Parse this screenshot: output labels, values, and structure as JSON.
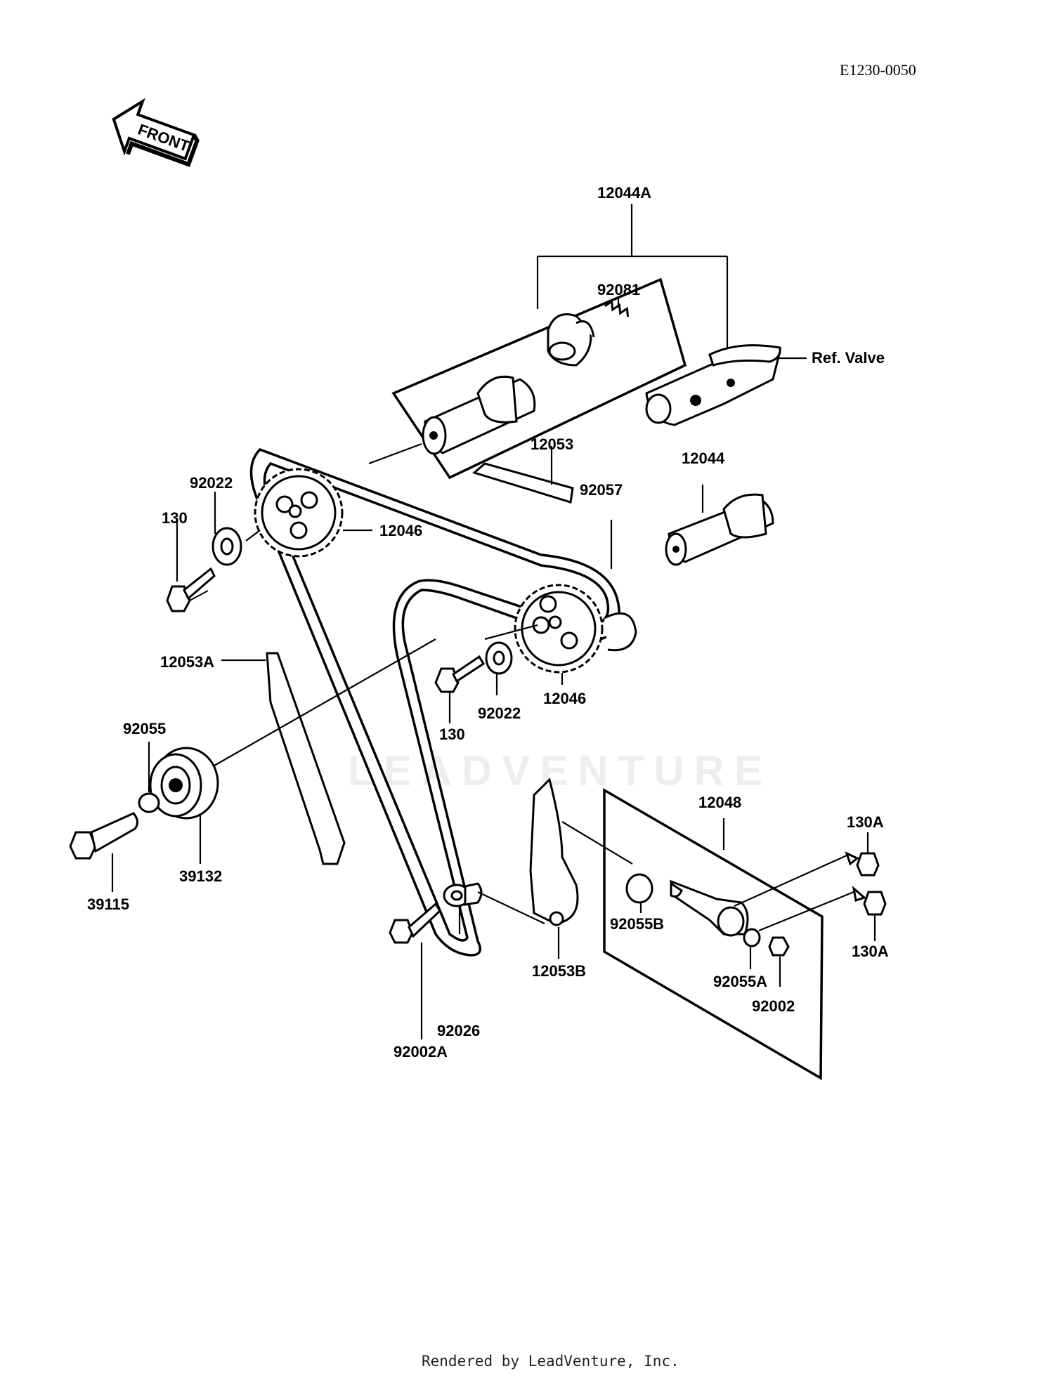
{
  "diagram_code": "E1230-0050",
  "front_label": "FRONT",
  "watermark": "LEADVENTURE",
  "footer": "Rendered by LeadVenture, Inc.",
  "labels": {
    "p12044A": "12044A",
    "p92081": "92081",
    "ref_valve": "Ref. Valve",
    "p12053": "12053",
    "p12044": "12044",
    "p92057": "92057",
    "p92022_a": "92022",
    "p130_a": "130",
    "p12046_a": "12046",
    "p12053A": "12053A",
    "p92022_b": "92022",
    "p12046_b": "12046",
    "p130_b": "130",
    "p92055": "92055",
    "p39132": "39132",
    "p39115": "39115",
    "p12048": "12048",
    "p130A_a": "130A",
    "p130A_b": "130A",
    "p92055B": "92055B",
    "p12053B": "12053B",
    "p92055A": "92055A",
    "p92002": "92002",
    "p92026": "92026",
    "p92002A": "92002A"
  }
}
